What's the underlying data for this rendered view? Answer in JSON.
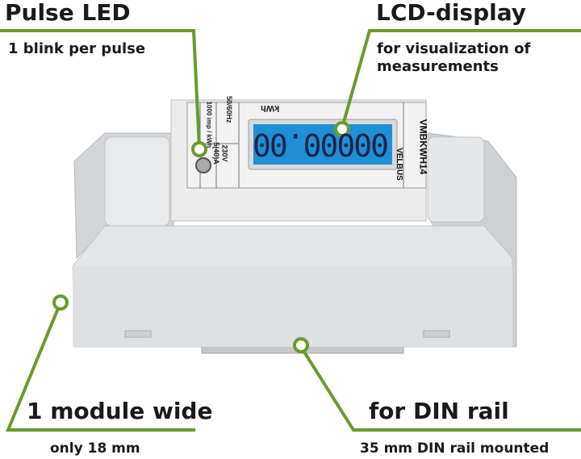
{
  "callouts": {
    "pulse_led": {
      "title": "Pulse LED",
      "subtitle": "1 blink per pulse"
    },
    "lcd_display": {
      "title": "LCD-display",
      "subtitle": "for visualization of measurements"
    },
    "module_wide": {
      "title": "1 module wide",
      "subtitle": "only 18 mm"
    },
    "din_rail": {
      "title": "for DIN rail",
      "subtitle": "35 mm DIN rail mounted"
    }
  },
  "device": {
    "lcd_reading": "00000.00",
    "unit": "kWh",
    "frequency": "50/60Hz",
    "current": "5(40)A",
    "voltage": "230V",
    "impulse_rate": "1000 imp / kWh",
    "model": "VMBKWH14",
    "brand": "VELBUS"
  },
  "colors": {
    "accent_green": "#6a9a2c",
    "lcd_blue": "#1f8fd6",
    "body_grey": "#e3e4e6"
  }
}
